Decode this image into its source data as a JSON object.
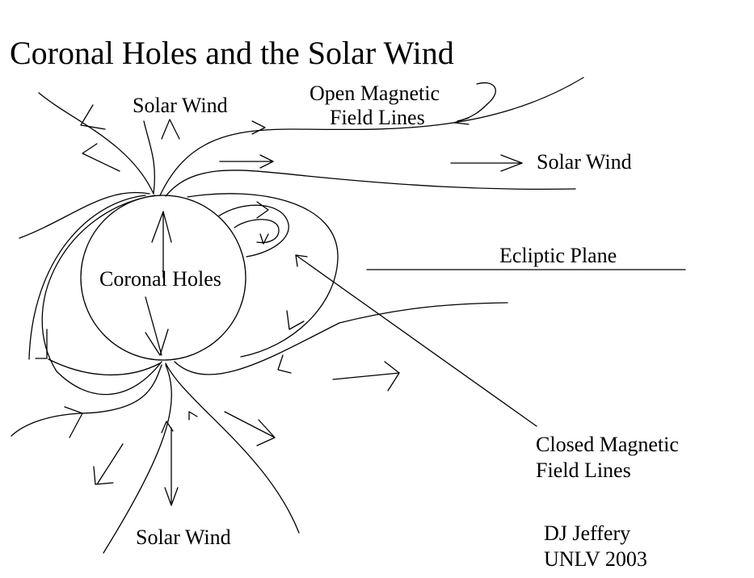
{
  "title": "Coronal Holes and the Solar Wind",
  "labels": {
    "solar_wind_top": "Solar Wind",
    "open_field_line1": "Open Magnetic",
    "open_field_line2": "Field Lines",
    "solar_wind_right": "Solar Wind",
    "ecliptic_plane": "Ecliptic Plane",
    "coronal_holes": "Coronal Holes",
    "closed_field_line1": "Closed Magnetic",
    "closed_field_line2": "Field Lines",
    "solar_wind_bottom": "Solar Wind",
    "author": "DJ Jeffery",
    "affiliation": "UNLV 2003"
  }
}
